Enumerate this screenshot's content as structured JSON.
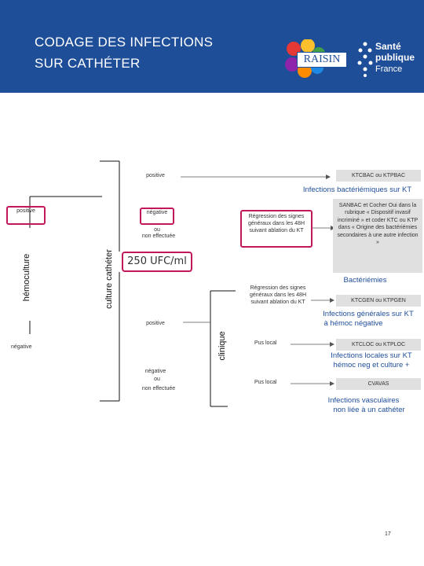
{
  "header": {
    "title_line1": "CODAGE DES INFECTIONS",
    "title_line2": "SUR CATHÉTER",
    "logo_raisin_text": "RAISIN",
    "logo_sante_line1": "Santé",
    "logo_sante_line2": "publique",
    "logo_sante_line3": "France",
    "bg_color": "#1f4e99"
  },
  "axes": {
    "hemoculture": "hémoculture",
    "culture_catheter": "culture cathéter",
    "clinique": "clinique"
  },
  "hemoculture": {
    "positive": "positive",
    "negative": "négative"
  },
  "culture": {
    "positive_top": "positive",
    "negative_top": "négative",
    "ou_top": "ou",
    "non_effectuee_top": "non effectuée",
    "positive_bottom": "positive",
    "negative_bottom": "négative",
    "ou_bottom": "ou",
    "non_effectuee_bottom": "non effectuée",
    "threshold": "250 UFC/ml"
  },
  "clinique": {
    "regression1": "Régression des signes généraux dans les 48H suivant ablation du KT",
    "regression2": "Régression des signes généraux dans les 48H suivant ablation du KT",
    "pus1": "Pus local",
    "pus2": "Pus local"
  },
  "codes": {
    "ktbac": "KTCBAC ou KTPBAC",
    "sanbac": "SANBAC et Cocher Oui dans la rubrique « Dispositif invasif incriminé » et coder KTC ou KTP dans « Origine des bactériémies secondaires à une autre infection »",
    "ktgen": "KTCGEN ou KTPGEN",
    "ktloc": "KTCLOC ou KTPLOC",
    "cvavas": "CVAVAS"
  },
  "labels": {
    "inf_bact_kt": "Infections bactériémiques sur KT",
    "bacteriemies": "Bactériémies",
    "inf_gen_1": "Infections générales sur KT",
    "inf_gen_2": "à hémoc négative",
    "inf_loc_1": "Infections locales sur KT",
    "inf_loc_2": "hémoc neg et culture +",
    "inf_vasc_1": "Infections vasculaires",
    "inf_vasc_2": "non liée à un cathéter"
  },
  "page_number": "17"
}
